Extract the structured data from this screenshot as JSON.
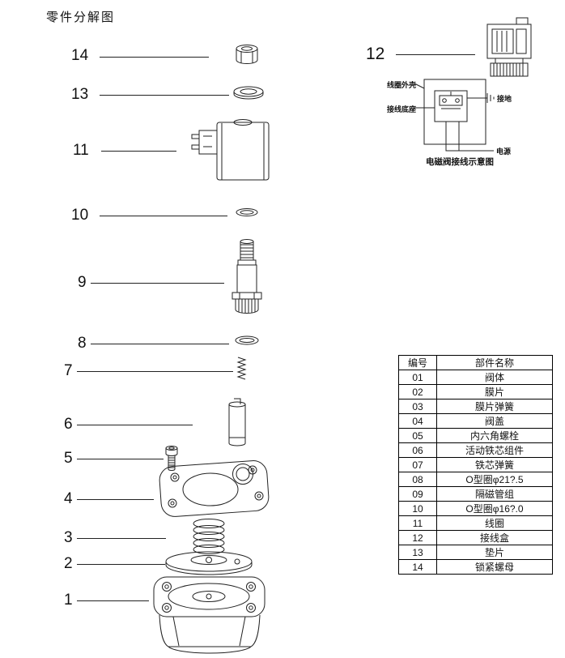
{
  "title": "零件分解图",
  "callouts": {
    "n1": "1",
    "n2": "2",
    "n3": "3",
    "n4": "4",
    "n5": "5",
    "n6": "6",
    "n7": "7",
    "n8": "8",
    "n9": "9",
    "n10": "10",
    "n11": "11",
    "n12": "12",
    "n13": "13",
    "n14": "14"
  },
  "wiring": {
    "coil_housing": "线圈外壳",
    "terminal_base": "接线底座",
    "ground": "接地",
    "power": "电源",
    "caption": "电磁阀接线示意图"
  },
  "parts_table": {
    "headers": [
      "编号",
      "部件名称"
    ],
    "rows": [
      {
        "no": "01",
        "name": "阀体"
      },
      {
        "no": "02",
        "name": "膜片"
      },
      {
        "no": "03",
        "name": "膜片弹簧"
      },
      {
        "no": "04",
        "name": "阀盖"
      },
      {
        "no": "05",
        "name": "内六角螺栓"
      },
      {
        "no": "06",
        "name": "活动铁芯组件"
      },
      {
        "no": "07",
        "name": "铁芯弹簧"
      },
      {
        "no": "08",
        "name": "O型圈φ21?.5"
      },
      {
        "no": "09",
        "name": "隔磁管组"
      },
      {
        "no": "10",
        "name": "O型圈φ16?.0"
      },
      {
        "no": "11",
        "name": "线圈"
      },
      {
        "no": "12",
        "name": "接线盒"
      },
      {
        "no": "13",
        "name": "垫片"
      },
      {
        "no": "14",
        "name": "锁紧螺母"
      }
    ]
  }
}
